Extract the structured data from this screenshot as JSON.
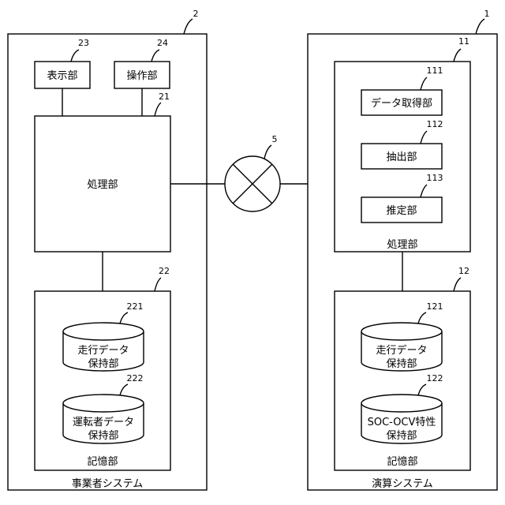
{
  "colors": {
    "stroke": "#000000",
    "background": "#ffffff"
  },
  "network": {
    "ref": "5"
  },
  "business_system": {
    "ref": "2",
    "title": "事業者システム",
    "display": {
      "ref": "23",
      "label": "表示部"
    },
    "operation": {
      "ref": "24",
      "label": "操作部"
    },
    "processing": {
      "ref": "21",
      "label": "処理部"
    },
    "storage": {
      "ref": "22",
      "label": "記憶部",
      "db1": {
        "ref": "221",
        "line1": "走行データ",
        "line2": "保持部"
      },
      "db2": {
        "ref": "222",
        "line1": "運転者データ",
        "line2": "保持部"
      }
    }
  },
  "compute_system": {
    "ref": "1",
    "title": "演算システム",
    "processing": {
      "ref": "11",
      "label": "処理部",
      "acquire": {
        "ref": "111",
        "label": "データ取得部"
      },
      "extract": {
        "ref": "112",
        "label": "抽出部"
      },
      "estimate": {
        "ref": "113",
        "label": "推定部"
      }
    },
    "storage": {
      "ref": "12",
      "label": "記憶部",
      "db1": {
        "ref": "121",
        "line1": "走行データ",
        "line2": "保持部"
      },
      "db2": {
        "ref": "122",
        "line1": "SOC-OCV特性",
        "line2": "保持部"
      }
    }
  }
}
